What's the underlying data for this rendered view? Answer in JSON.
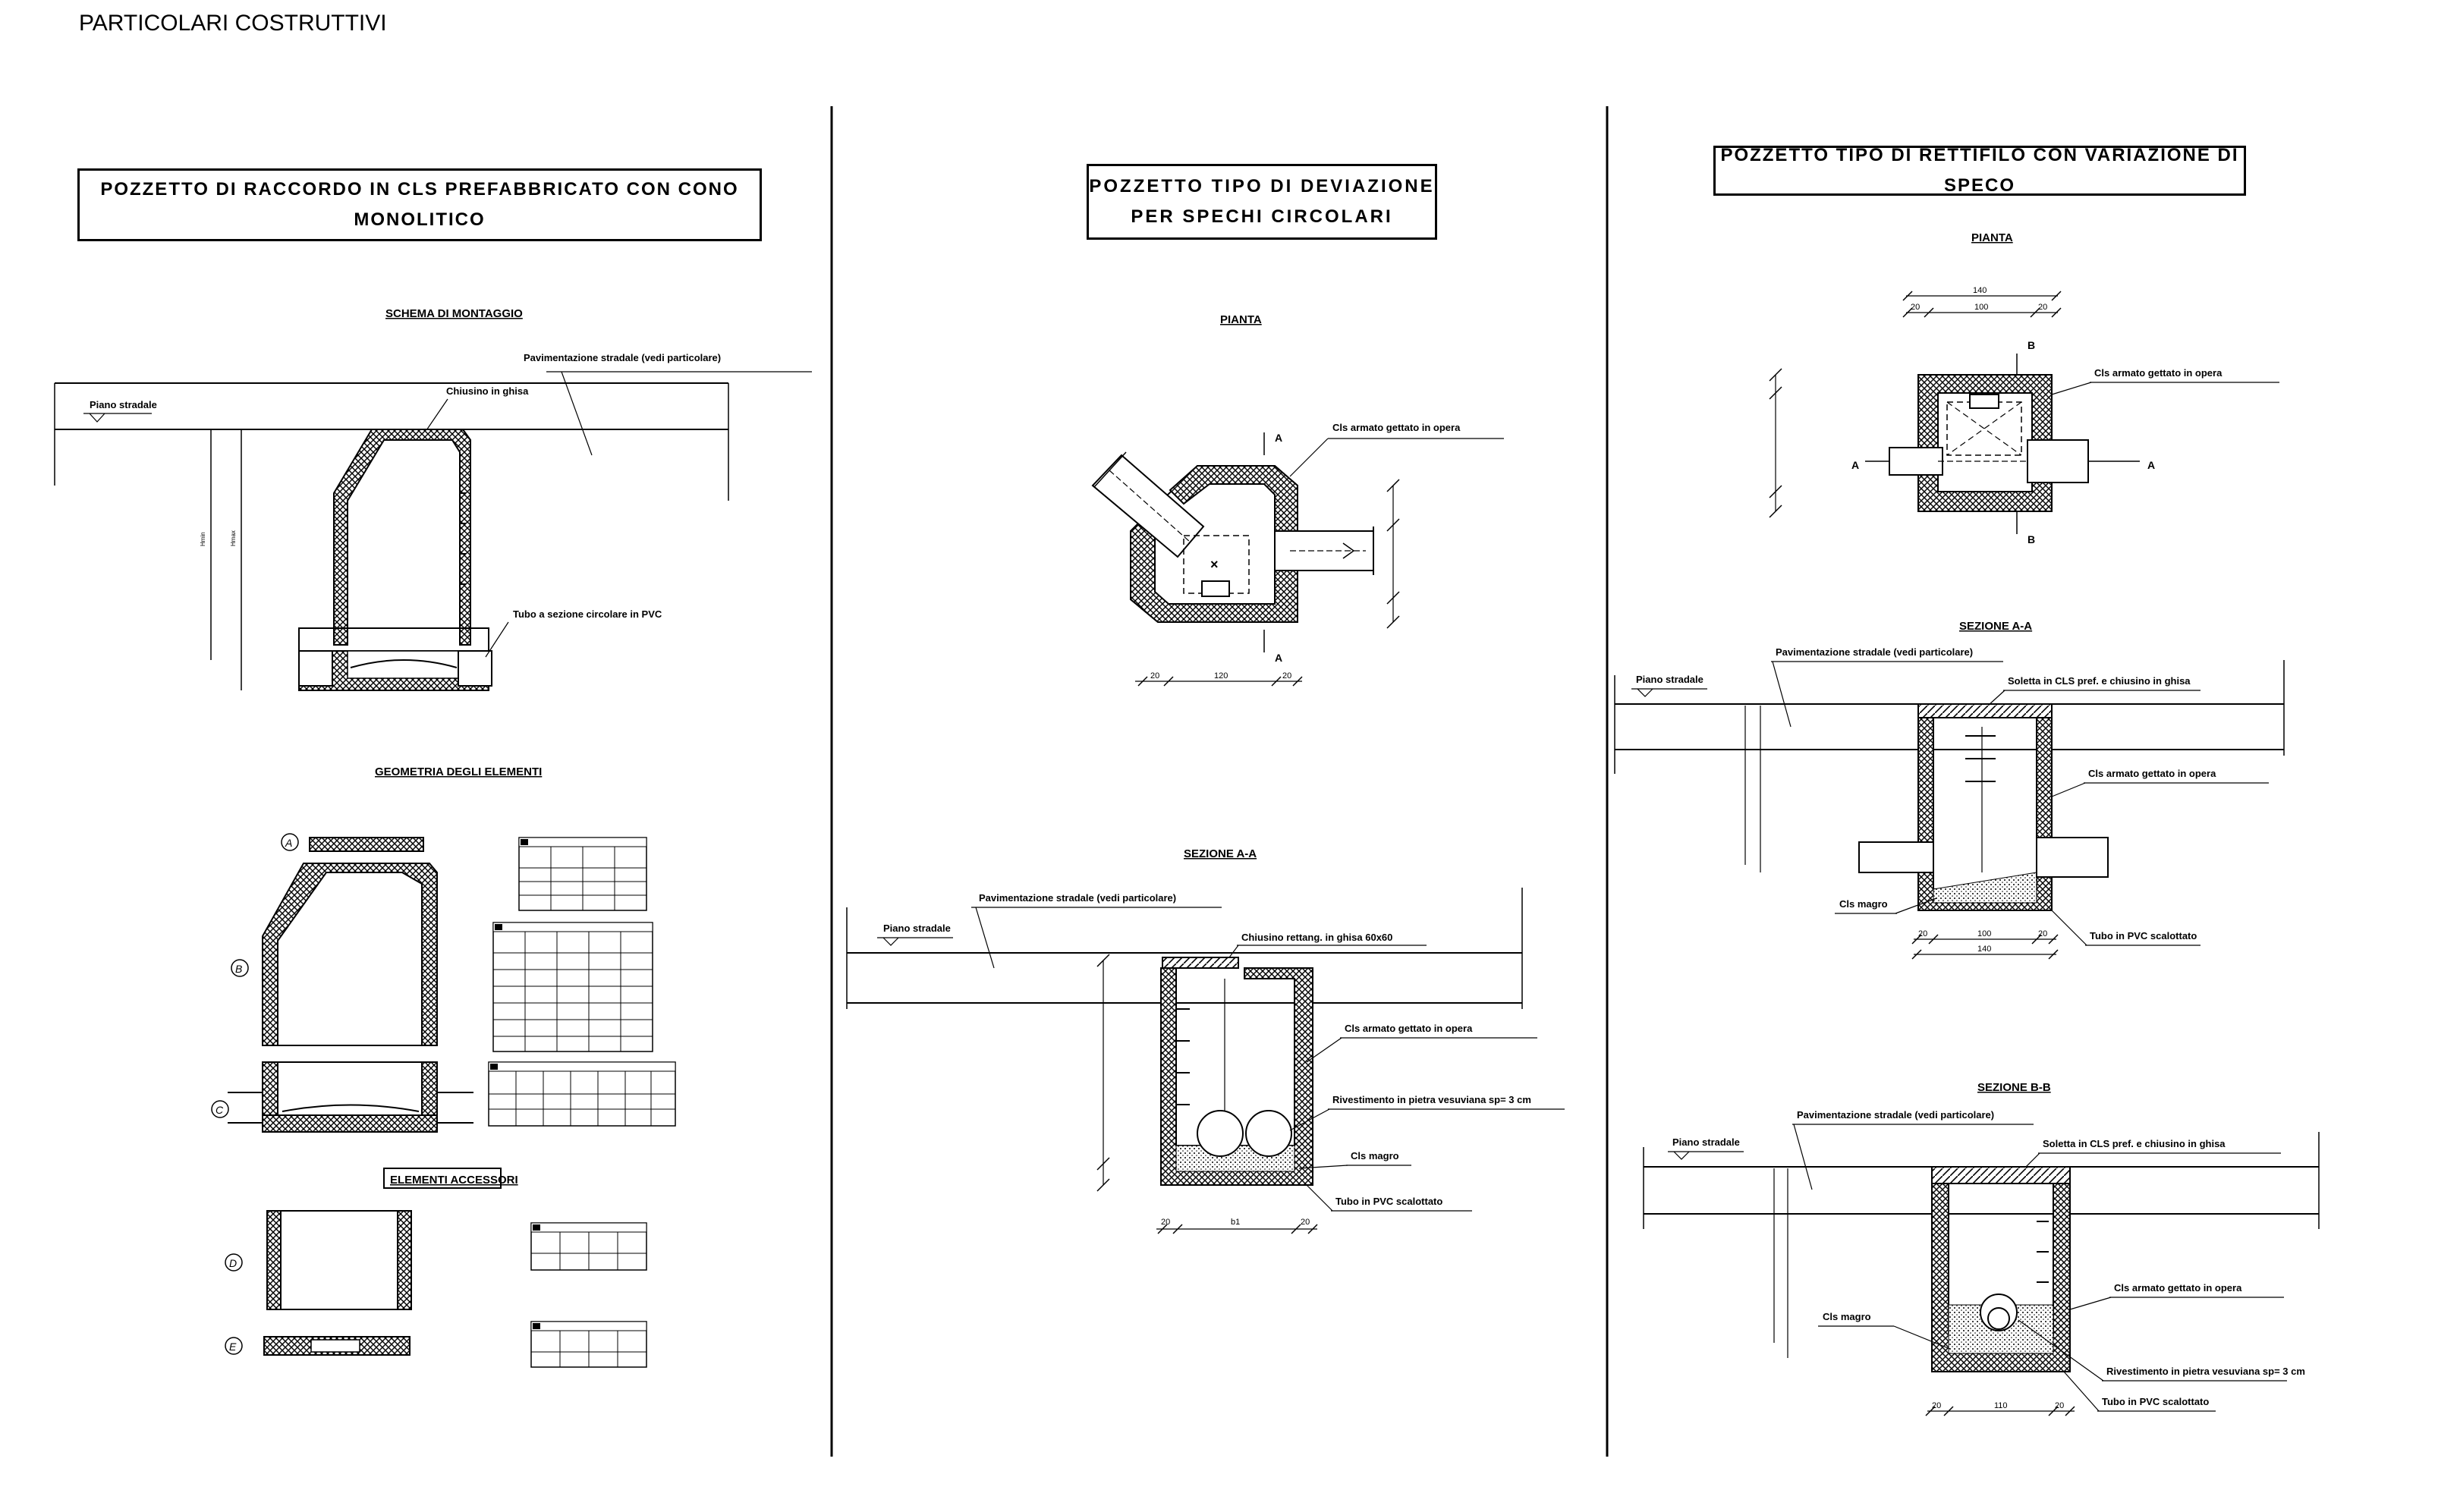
{
  "page_title": "PARTICOLARI COSTRUTTIVI",
  "panels": {
    "left": {
      "title": "POZZETTO DI RACCORDO IN CLS PREFABBRICATO CON CONO MONOLITICO",
      "schema_header": "SCHEMA DI MONTAGGIO",
      "geometry_header": "GEOMETRIA DEGLI ELEMENTI",
      "accessories_header": "ELEMENTI ACCESSORI",
      "labels": {
        "piano_stradale": "Piano stradale",
        "pavimentazione": "Pavimentazione stradale (vedi particolare)",
        "chiusino": "Chiusino in ghisa",
        "tubo": "Tubo a sezione circolare in PVC"
      },
      "markers": [
        "A",
        "B",
        "C",
        "D",
        "E"
      ]
    },
    "middle": {
      "title_line1": "POZZETTO TIPO DI DEVIAZIONE",
      "title_line2": "PER SPECHI CIRCOLARI",
      "pianta_header": "PIANTA",
      "sezione_header": "SEZIONE A-A",
      "labels": {
        "cls_armato": "Cls armato gettato in opera",
        "piano_stradale": "Piano stradale",
        "pavimentazione": "Pavimentazione stradale (vedi particolare)",
        "chiusino": "Chiusino rettang. in ghisa 60x60",
        "cls_armato_2": "Cls armato gettato in opera",
        "rivestimento": "Rivestimento in pietra vesuviana sp= 3 cm",
        "cls_magro": "Cls magro",
        "tubo": "Tubo in PVC scalottato"
      },
      "section_marks": [
        "A",
        "A"
      ],
      "dims_plan": [
        "20",
        "120",
        "20"
      ],
      "dims_section": [
        "20",
        "b1",
        "20"
      ]
    },
    "right": {
      "title": "POZZETTO TIPO DI RETTIFILO CON VARIAZIONE DI SPECO",
      "pianta_header": "PIANTA",
      "sezione_aa_header": "SEZIONE A-A",
      "sezione_bb_header": "SEZIONE B-B",
      "labels": {
        "cls_armato_plan": "Cls armato gettato in opera",
        "piano_stradale": "Piano stradale",
        "pavimentazione": "Pavimentazione stradale (vedi particolare)",
        "soletta": "Soletta in CLS pref. e chiusino in ghisa",
        "cls_armato_aa": "Cls armato gettato in opera",
        "cls_magro_aa": "Cls magro",
        "tubo_aa": "Tubo in PVC scalottato",
        "piano_stradale_bb": "Piano stradale",
        "pavimentazione_bb": "Pavimentazione stradale (vedi particolare)",
        "soletta_bb": "Soletta in CLS pref. e chiusino in ghisa",
        "cls_armato_bb": "Cls armato gettato in opera",
        "cls_magro_bb": "Cls magro",
        "rivestimento_bb": "Rivestimento in pietra vesuviana sp= 3 cm",
        "tubo_bb": "Tubo in PVC scalottato"
      },
      "section_marks": [
        "A",
        "A",
        "B",
        "B"
      ],
      "dims_plan": [
        "140",
        "20",
        "100",
        "20"
      ],
      "dims_aa": [
        "20",
        "100",
        "20",
        "140"
      ],
      "dims_bb": [
        "20",
        "110",
        "20"
      ]
    }
  }
}
